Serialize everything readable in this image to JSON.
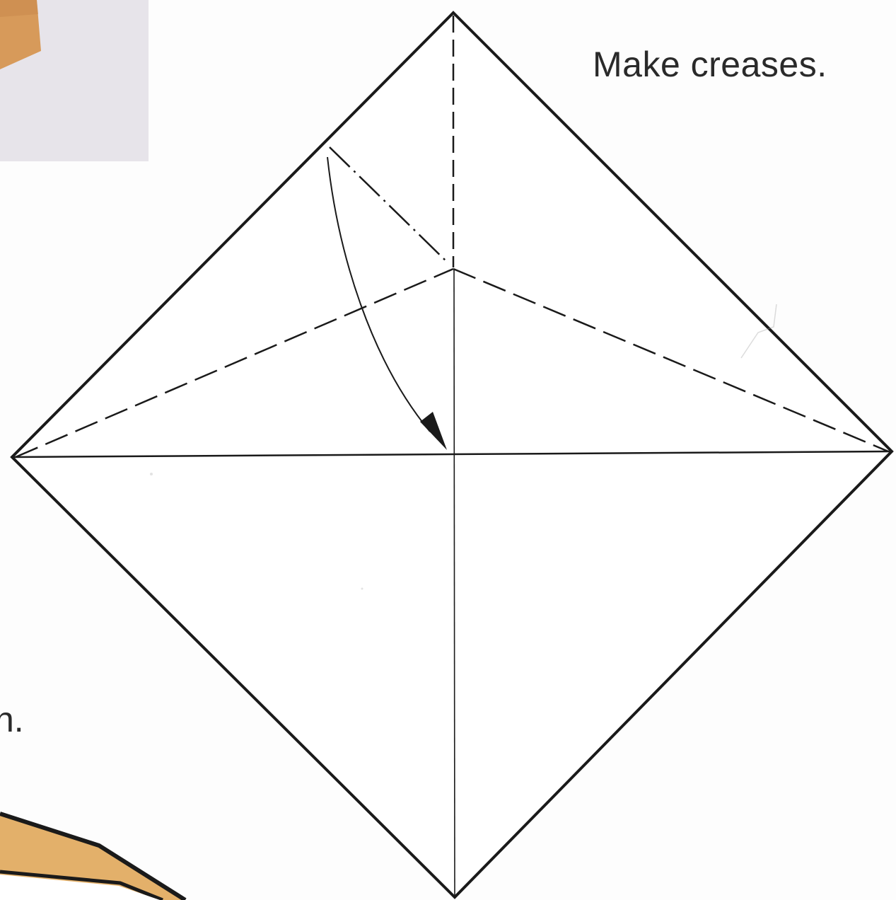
{
  "instruction": {
    "caption": "Make creases."
  },
  "left_edge_text": "n.",
  "colors": {
    "background": "#fdfdfd",
    "line": "#1a1a1a",
    "photo_background": "#e7e4ea",
    "paper_orange": "#d79a5a",
    "paper_tan": "#e3b06a"
  },
  "icons": {
    "arrow": "curved-fold-arrow"
  }
}
